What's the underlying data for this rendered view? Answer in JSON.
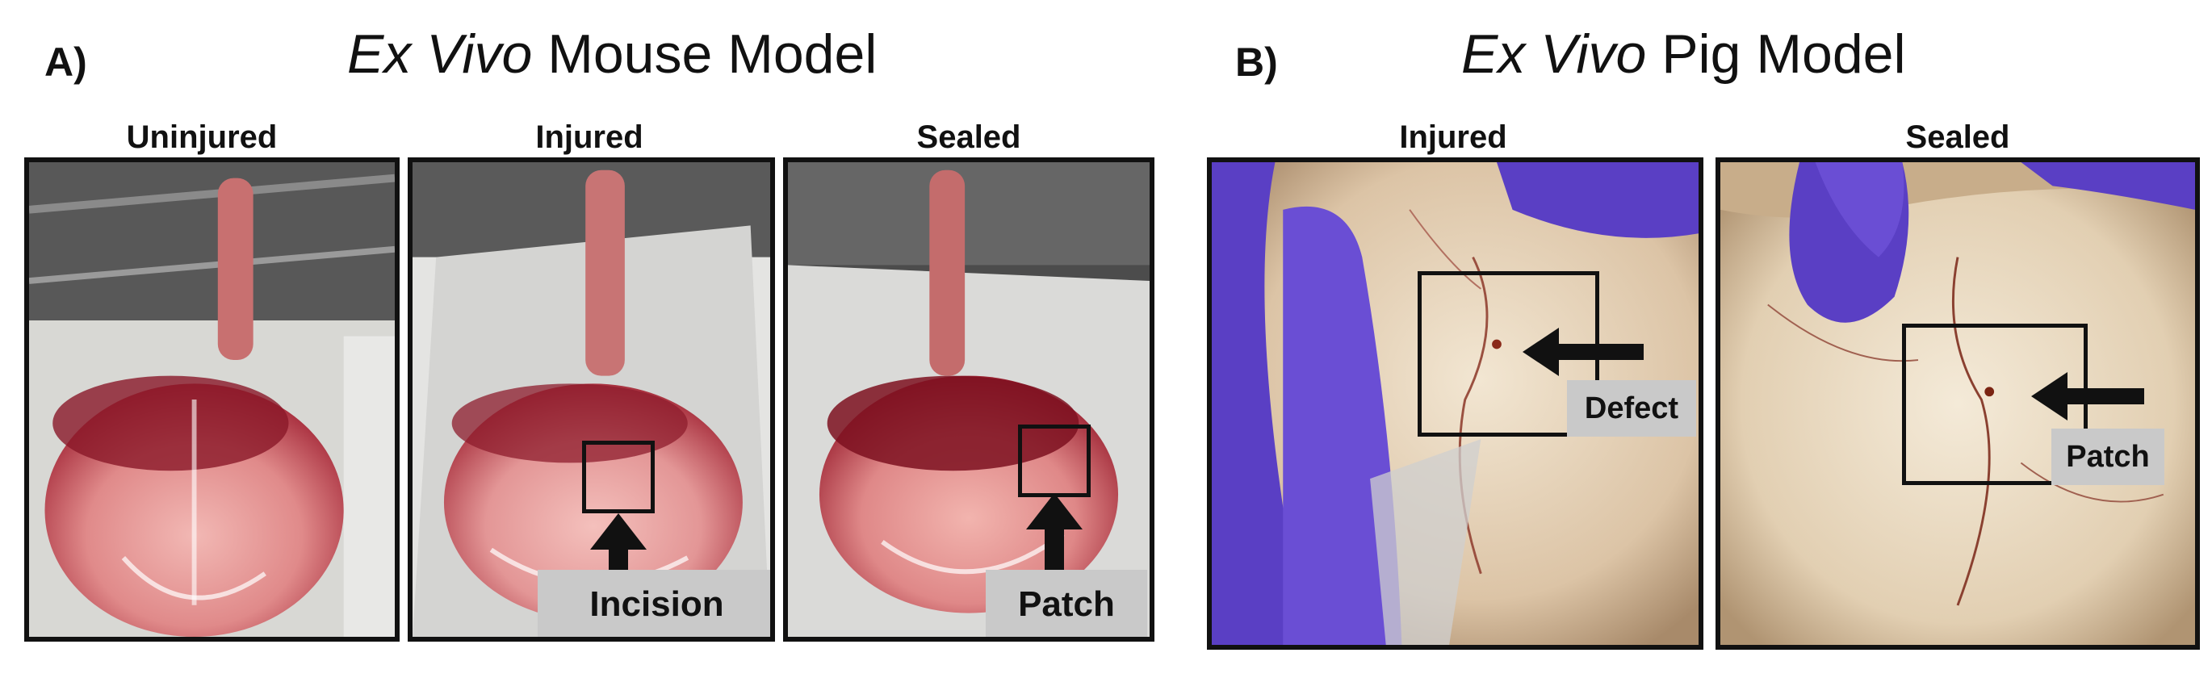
{
  "panel_a": {
    "letter": "A)",
    "title_italic": "Ex Vivo",
    "title_rest": " Mouse Model",
    "images": [
      {
        "label": "Uninjured",
        "annotation": ""
      },
      {
        "label": "Injured",
        "annotation": "Incision"
      },
      {
        "label": "Sealed",
        "annotation": "Patch"
      }
    ]
  },
  "panel_b": {
    "letter": "B)",
    "title_italic": "Ex Vivo",
    "title_rest": " Pig Model",
    "images": [
      {
        "label": "Injured",
        "annotation": "Defect"
      },
      {
        "label": "Sealed",
        "annotation": "Patch"
      }
    ]
  },
  "colors": {
    "glove": "#5a3fc4",
    "lung_dark": "#7a1020",
    "lung_light": "#e79a9a",
    "pig_tissue": "#e8d6bf",
    "label_bg": "#c9c9c9"
  }
}
